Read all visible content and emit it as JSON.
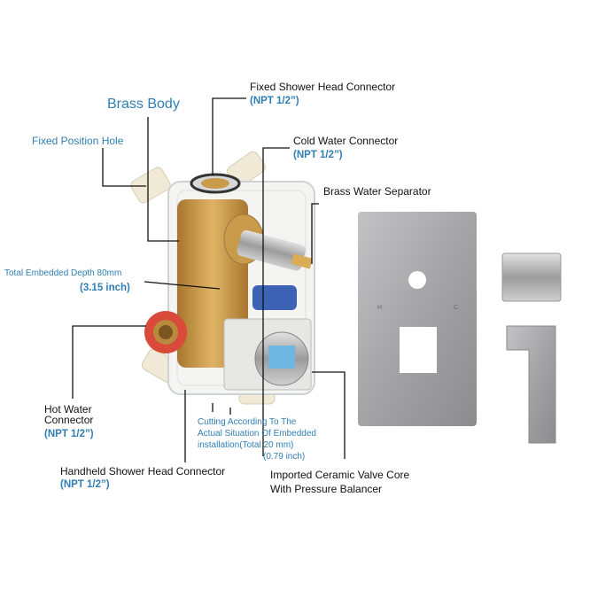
{
  "labels": {
    "brass_body": "Brass Body",
    "fixed_position_hole": "Fixed Position Hole",
    "fixed_shower_head": "Fixed Shower Head Connector",
    "fixed_shower_head_npt": "(NPT 1/2”)",
    "cold_water": "Cold Water Connector",
    "cold_water_npt": "(NPT 1/2”)",
    "brass_water_separator": "Brass Water Separator",
    "total_depth": "Total Embedded Depth 80mm",
    "total_depth_inch": "(3.15 inch)",
    "hot_water_line1": "Hot Water",
    "hot_water_line2": "Connector",
    "hot_water_npt": "(NPT 1/2”)",
    "cutting_line1": "Cutting According To The",
    "cutting_line2": "Actual Situation Of Embedded",
    "cutting_line3": "installation(Total 20 mm)",
    "cutting_line4": "(0.79 inch)",
    "handheld": "Handheld Shower Head Connector",
    "handheld_npt": "(NPT 1/2”)",
    "valve_core_line1": "Imported Ceramic Valve Core",
    "valve_core_line2": "With Pressure Balancer"
  },
  "plate_marks": {
    "hot": "H",
    "cold": "C"
  },
  "colors": {
    "label_blue": "#2f7fb3",
    "brass": "#c99a4a",
    "brushed_nickel": "#a9a9ab"
  }
}
